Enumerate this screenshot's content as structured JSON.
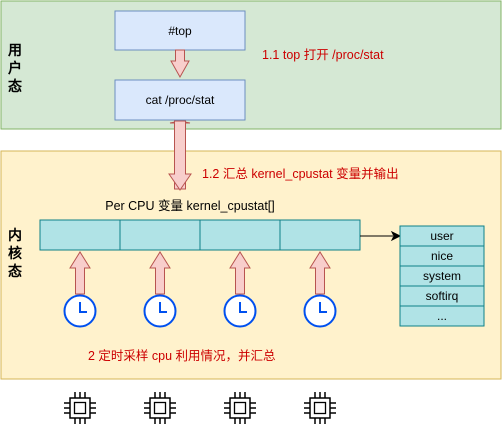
{
  "user_zone": {
    "label_chars": [
      "用",
      "户",
      "态"
    ],
    "top_box": "#top",
    "cat_box": "cat /proc/stat",
    "step1": "1.1 top 打开 /proc/stat"
  },
  "kernel_zone": {
    "label_chars": [
      "内",
      "核",
      "态"
    ],
    "step2": "1.2 汇总 kernel_cpustat 变量并输出",
    "array_label": "Per CPU 变量 kernel_cpustat[]",
    "array_cells": 4,
    "fields": [
      "user",
      "nice",
      "system",
      "softirq",
      "..."
    ],
    "step3": "2 定时采样 cpu 利用情况，并汇总",
    "timers": 4,
    "cpus": 4
  },
  "colors": {
    "user_bg": "#d5e8d4",
    "user_border": "#82b366",
    "kernel_bg": "#fff2cc",
    "kernel_border": "#d6b656",
    "box_blue_bg": "#dae8fc",
    "box_blue_border": "#6c8ebf",
    "cyan_bg": "#b1ddf0",
    "cyan_border": "#10739e",
    "arrow_fill": "#f8cecc",
    "arrow_border": "#b85450",
    "red_text": "#cc0000",
    "clock_border": "#0050ef"
  }
}
